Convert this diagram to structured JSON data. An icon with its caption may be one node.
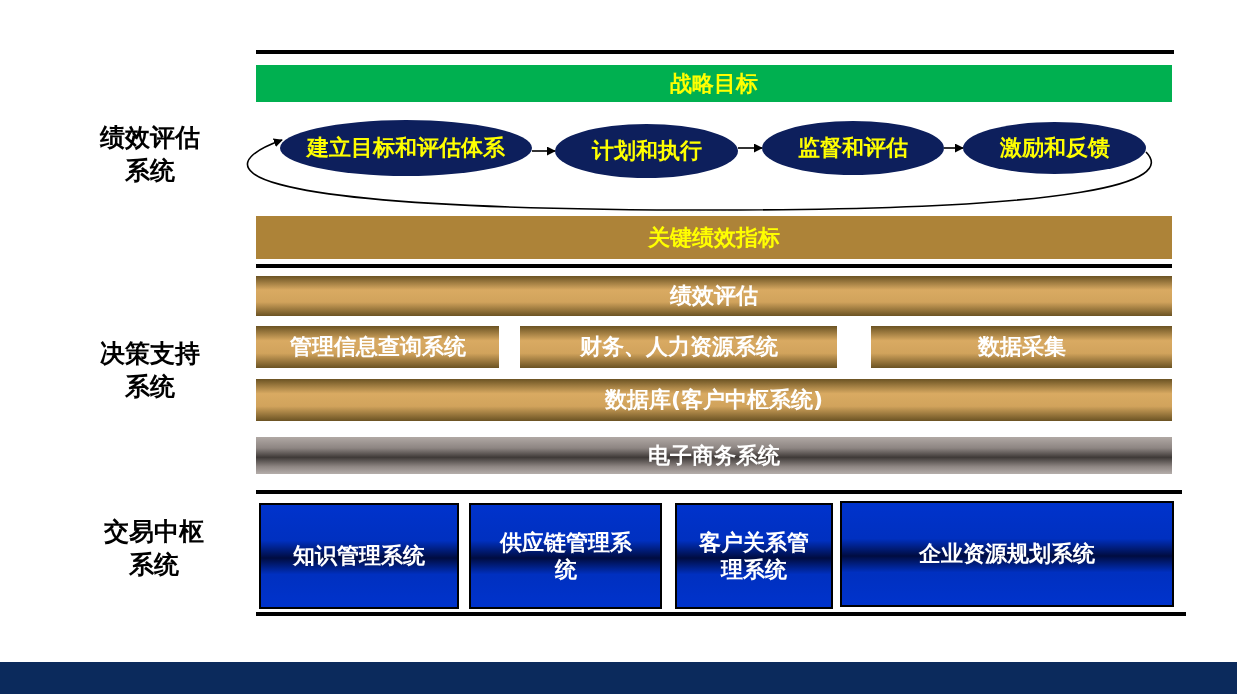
{
  "diagram": {
    "nodes": [
      {
        "text": [
          "战略目标"
        ]
      },
      {
        "text": [
          "建立目标和评估体系"
        ]
      },
      {
        "text": [
          "计划和执行"
        ]
      },
      {
        "text": [
          "监督和评估"
        ]
      },
      {
        "text": [
          "激励和反馈"
        ]
      },
      {
        "text": [
          "关键绩效指标"
        ]
      },
      {
        "text": [
          "绩效评估"
        ]
      },
      {
        "text": [
          "管理信息查询系统"
        ]
      },
      {
        "text": [
          "财务、人力资源系统"
        ]
      },
      {
        "text": [
          "数据采集"
        ]
      },
      {
        "text": [
          "数据库(客户中枢系统)"
        ]
      },
      {
        "text": [
          "电子商务系统"
        ]
      },
      {
        "text": [
          "知识管理系统"
        ]
      },
      {
        "text": [
          "供应链管理系统"
        ]
      },
      {
        "text": [
          "客户关系管理系统"
        ]
      },
      {
        "text": [
          "企业资源规划系统"
        ]
      }
    ],
    "edges": [
      {
        "from": 1,
        "to": 2,
        "arrow": "to"
      },
      {
        "from": 2,
        "to": 3,
        "arrow": "to"
      },
      {
        "from": 3,
        "to": 4,
        "arrow": "to"
      },
      {
        "from": 4,
        "to": 1,
        "arrow": "to"
      }
    ],
    "labels": [
      "绩效评估系统",
      "决策支持系统",
      "交易中枢系统"
    ]
  }
}
